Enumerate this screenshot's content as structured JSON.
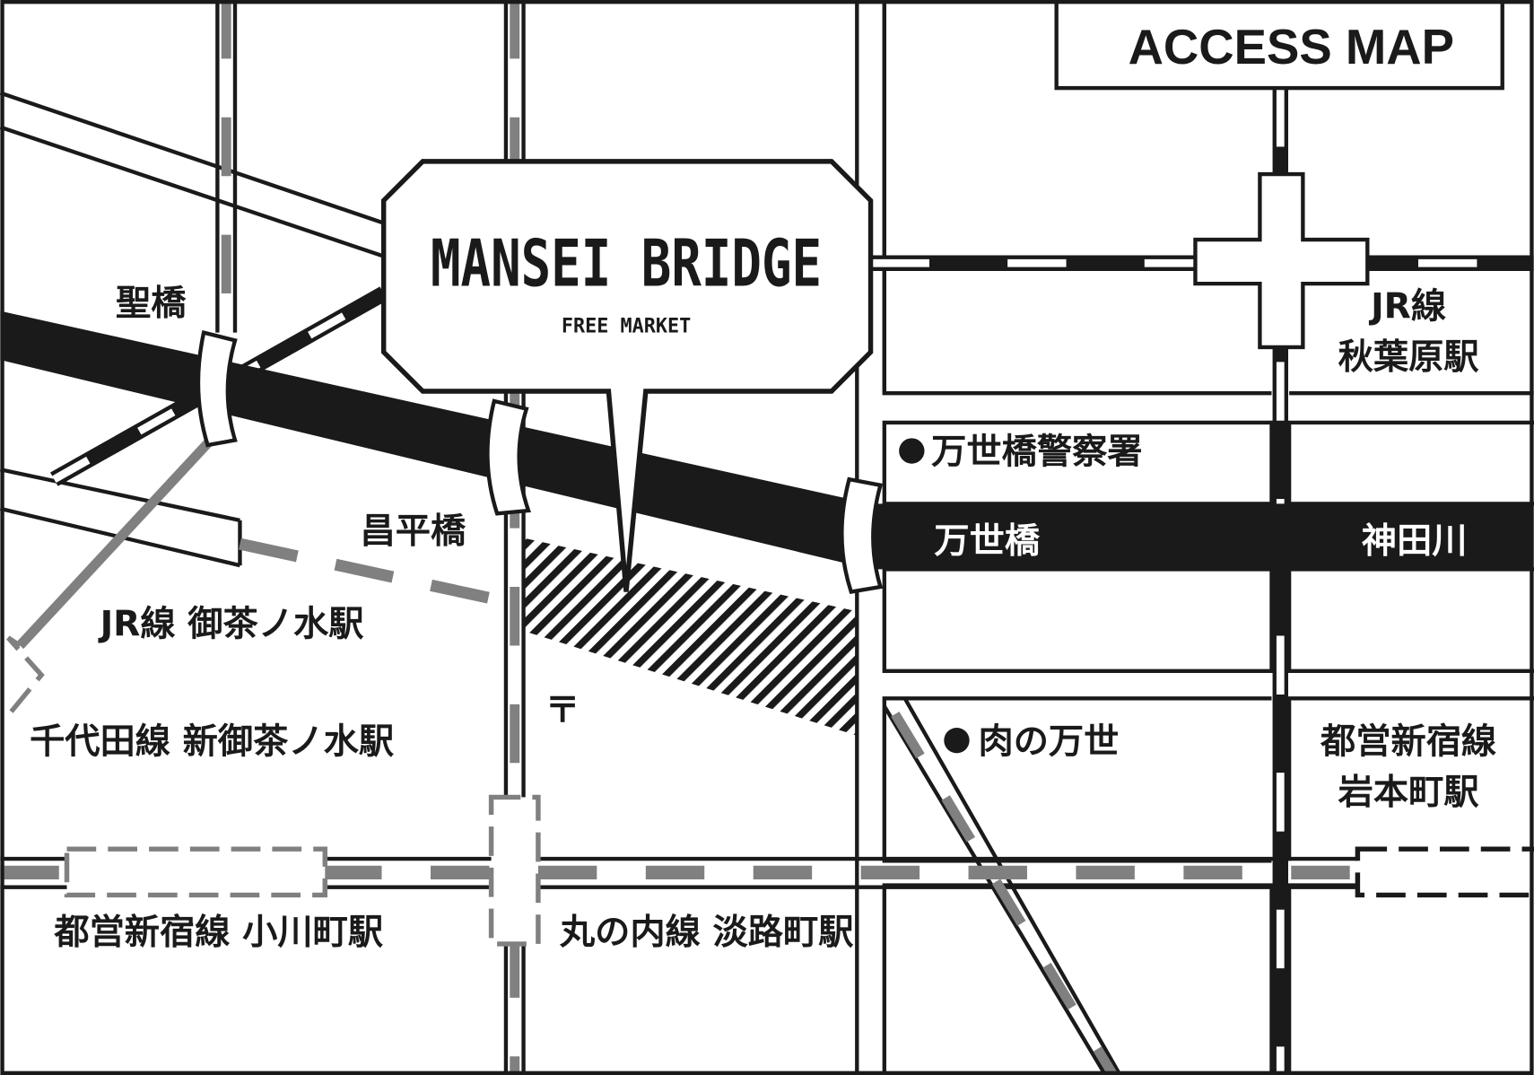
{
  "title": "ACCESS MAP",
  "venue": {
    "name": "MANSEI BRIDGE",
    "subtitle": "FREE MARKET"
  },
  "labels": {
    "hijiribashi": "聖橋",
    "shoheibashi": "昌平橋",
    "manseibashi": "万世橋",
    "kandagawa": "神田川",
    "jr_akihabara_line": "JR線",
    "jr_akihabara_station": "秋葉原駅",
    "police": "万世橋警察署",
    "niku_no_mansei": "肉の万世",
    "jr_ochanomizu": "JR線 御茶ノ水駅",
    "chiyoda_shin_ochanomizu": "千代田線 新御茶ノ水駅",
    "toei_ogawamachi": "都営新宿線 小川町駅",
    "marunouchi_awajicho": "丸の内線 淡路町駅",
    "toei_iwamotocho_line": "都営新宿線",
    "toei_iwamotocho_station": "岩本町駅",
    "post_office": "〒"
  },
  "colors": {
    "ink": "#1a1a1a",
    "gray_rail": "#808080",
    "paper": "#ffffff"
  }
}
